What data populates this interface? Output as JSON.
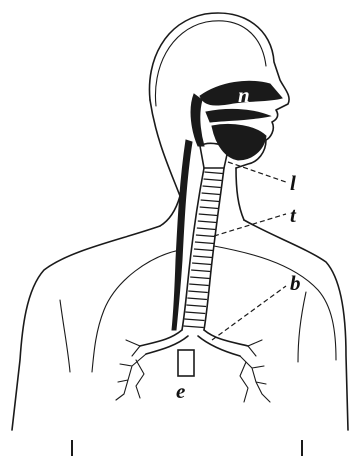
{
  "labels": {
    "n": "n",
    "l": "l",
    "t": "t",
    "b": "b",
    "e": "e"
  },
  "colors": {
    "ink": "#1a1a1a",
    "background": "#ffffff"
  }
}
